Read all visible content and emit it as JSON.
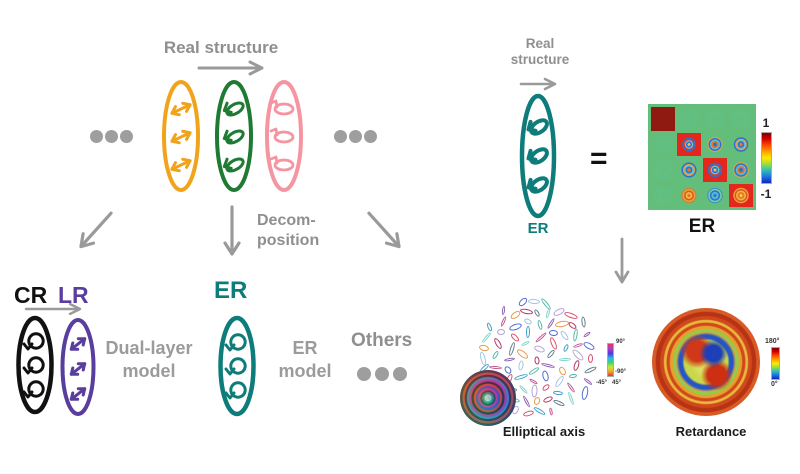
{
  "left": {
    "title": "Real structure",
    "decomp_line1": "Decom-",
    "decomp_line2": "position",
    "cr": "CR",
    "lr": "LR",
    "dual_layer_line1": "Dual-layer",
    "dual_layer_line2": "model",
    "er_heading": "ER",
    "er_model_line1": "ER",
    "er_model_line2": "model",
    "others": "Others"
  },
  "right": {
    "title_line1": "Real",
    "title_line2": "structure",
    "er_label": "ER",
    "equals": "=",
    "matrix": {
      "label": "ER",
      "colorbar_max": "1",
      "colorbar_min": "-1",
      "cells": [
        "dark",
        "faint",
        "faint",
        "faint",
        "faint",
        "redring",
        "ringB",
        "ringA",
        "faint",
        "ringA",
        "redring",
        "ringB",
        "faint",
        "ringC",
        "ringD",
        "redswirl"
      ]
    },
    "elliptical_axis": {
      "caption": "Elliptical axis",
      "cb_top": "90°",
      "cb_bottom": "-90°",
      "cb_left": "-45°",
      "cb_right": "45°",
      "glyph_palette": [
        "#c2558f",
        "#4f6bd5",
        "#9fc5e8",
        "#53b8a7",
        "#8a5fb2",
        "#e8984a",
        "#b03060",
        "#607d8b",
        "#7fd6c9",
        "#b3a5d6",
        "#d94f6b",
        "#3aa0c9"
      ]
    },
    "retardance": {
      "caption": "Retardance",
      "cb_top": "180°",
      "cb_bottom": "0°"
    }
  },
  "colors": {
    "gray_text": "#8f8f8f",
    "arrow_gray": "#9a9a9a",
    "orange": "#f2a31c",
    "green": "#1f7a33",
    "pink": "#f695a2",
    "teal": "#0e7c7a",
    "purple": "#5a3e9e",
    "matrix_green": "#63be7b",
    "matrix_red": "#e3271d",
    "matrix_dark_red": "#8e1a12"
  }
}
